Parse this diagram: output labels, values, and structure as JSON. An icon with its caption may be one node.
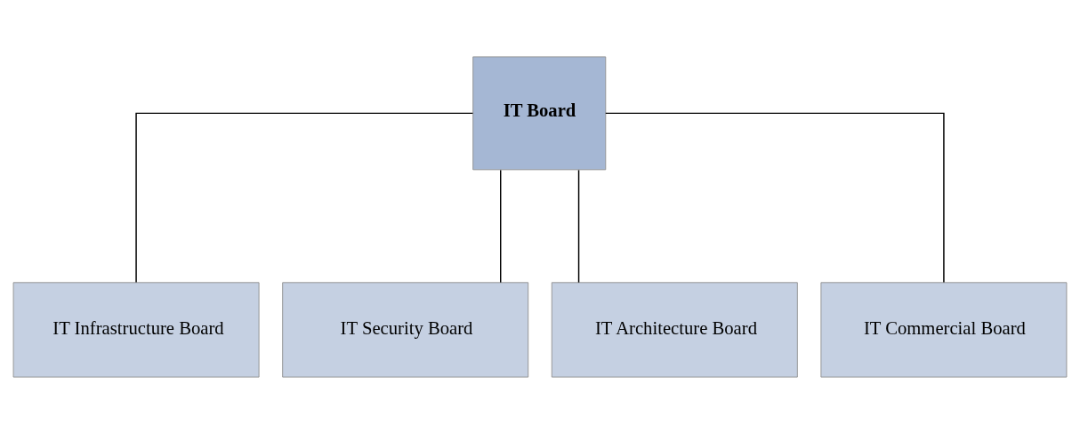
{
  "diagram": {
    "nodes": [
      {
        "text": [
          "IT Board"
        ]
      },
      {
        "text": [
          "IT Infrastructure Board"
        ]
      },
      {
        "text": [
          "IT Security Board"
        ]
      },
      {
        "text": [
          "IT Architecture Board"
        ]
      },
      {
        "text": [
          "IT Commercial Board"
        ]
      }
    ],
    "edges": [
      {
        "from": 0,
        "to": 1,
        "arrow": "none"
      },
      {
        "from": 0,
        "to": 2,
        "arrow": "none"
      },
      {
        "from": 0,
        "to": 3,
        "arrow": "none"
      },
      {
        "from": 0,
        "to": 4,
        "arrow": "none"
      }
    ]
  }
}
